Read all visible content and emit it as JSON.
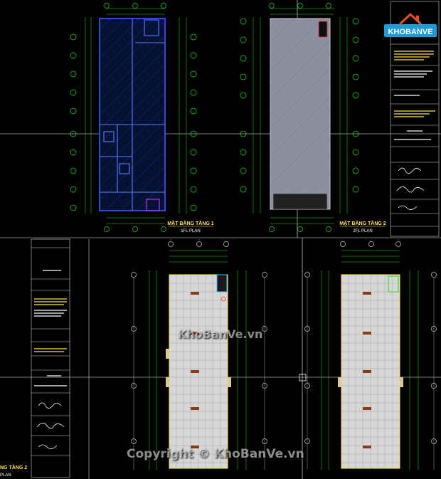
{
  "sheet1": {
    "plan1_title": "MẶT BẰNG TẦNG 1",
    "plan1_subtitle": "1FL PLAN",
    "plan2_title": "MẶT BẰNG TẦNG 2",
    "plan2_subtitle": "2FL PLAN"
  },
  "sheet2": {
    "partial_title": "NG TẦNG 2",
    "partial_subtitle": "PLAN"
  },
  "logo": {
    "text": "KHOBANVE",
    "house_color": "#e94e1b",
    "text_color": "#ffffff",
    "bg": "#1f9bd7"
  },
  "watermarks": {
    "center": "KhoBanVe.vn",
    "bottom": "Copyright © KhoBanVe.vn"
  },
  "colors": {
    "grid": "#22dd22",
    "axis": "#ffffff",
    "wall": "#3a5bff",
    "floor": "#d6d6d6",
    "dim_text": "#ffff66",
    "title_text": "#ffe34d"
  }
}
